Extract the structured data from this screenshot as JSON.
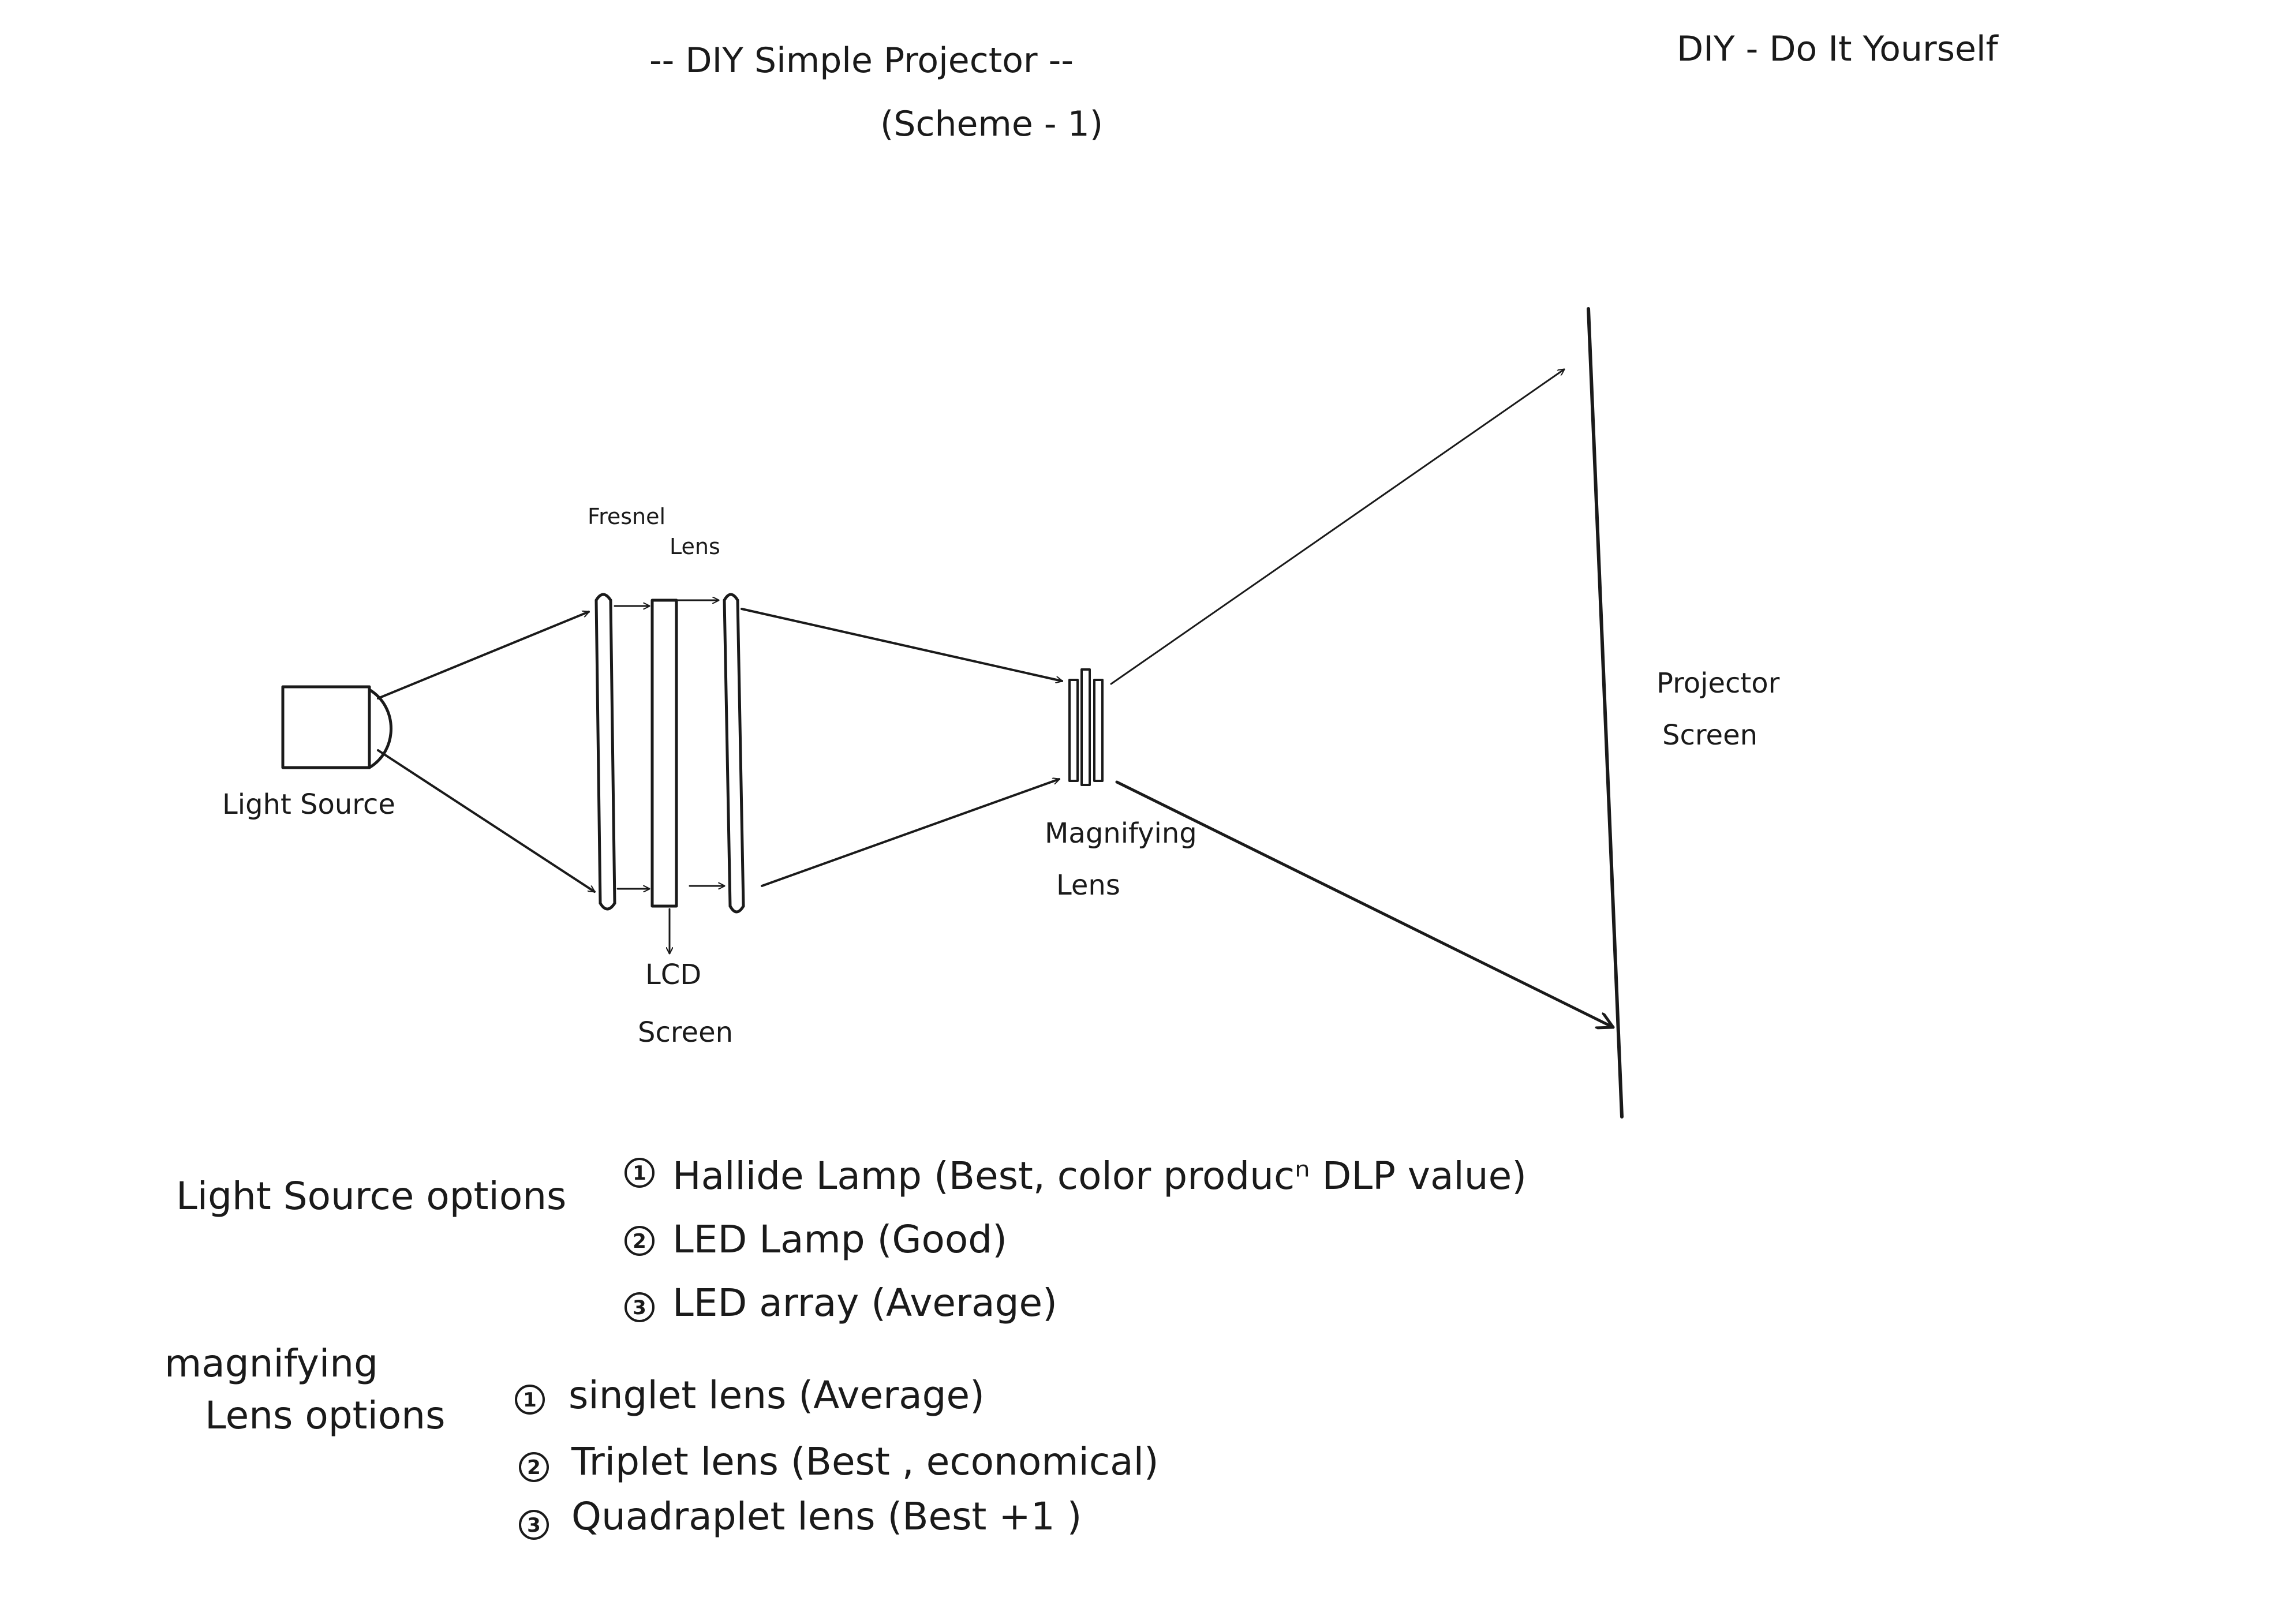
{
  "header": {
    "title": "-- DIY   Simple  Projector --",
    "scheme": "(Scheme - 1)",
    "corner_note": "DIY - Do It  Yourself"
  },
  "diagram": {
    "light_source_label": "Light Source",
    "fresnel_label_line1": "Fresnel",
    "fresnel_label_line2": "Lens",
    "lcd_label_line1": "LCD",
    "lcd_label_line2": "Screen",
    "magnifying_label_line1": "Magnifying",
    "magnifying_label_line2": "Lens",
    "projector_screen_line1": "Projector",
    "projector_screen_line2": "Screen"
  },
  "notes": {
    "light_source_heading": "Light  Source   options",
    "light_source_options": [
      {
        "num": "1",
        "text": "Hallide  Lamp (Best, color producⁿ DLP value)"
      },
      {
        "num": "2",
        "text": "LED  Lamp  (Good)"
      },
      {
        "num": "3",
        "text": "LED  array  (Average)"
      }
    ],
    "magnifying_heading_line1": "magnifying",
    "magnifying_heading_line2": "Lens   options",
    "magnifying_options": [
      {
        "num": "1",
        "text": "singlet  lens  (Average)"
      },
      {
        "num": "2",
        "text": "Triplet  lens   (Best , economical)"
      },
      {
        "num": "3",
        "text": "Quadraplet  lens (Best +1 )"
      }
    ]
  }
}
